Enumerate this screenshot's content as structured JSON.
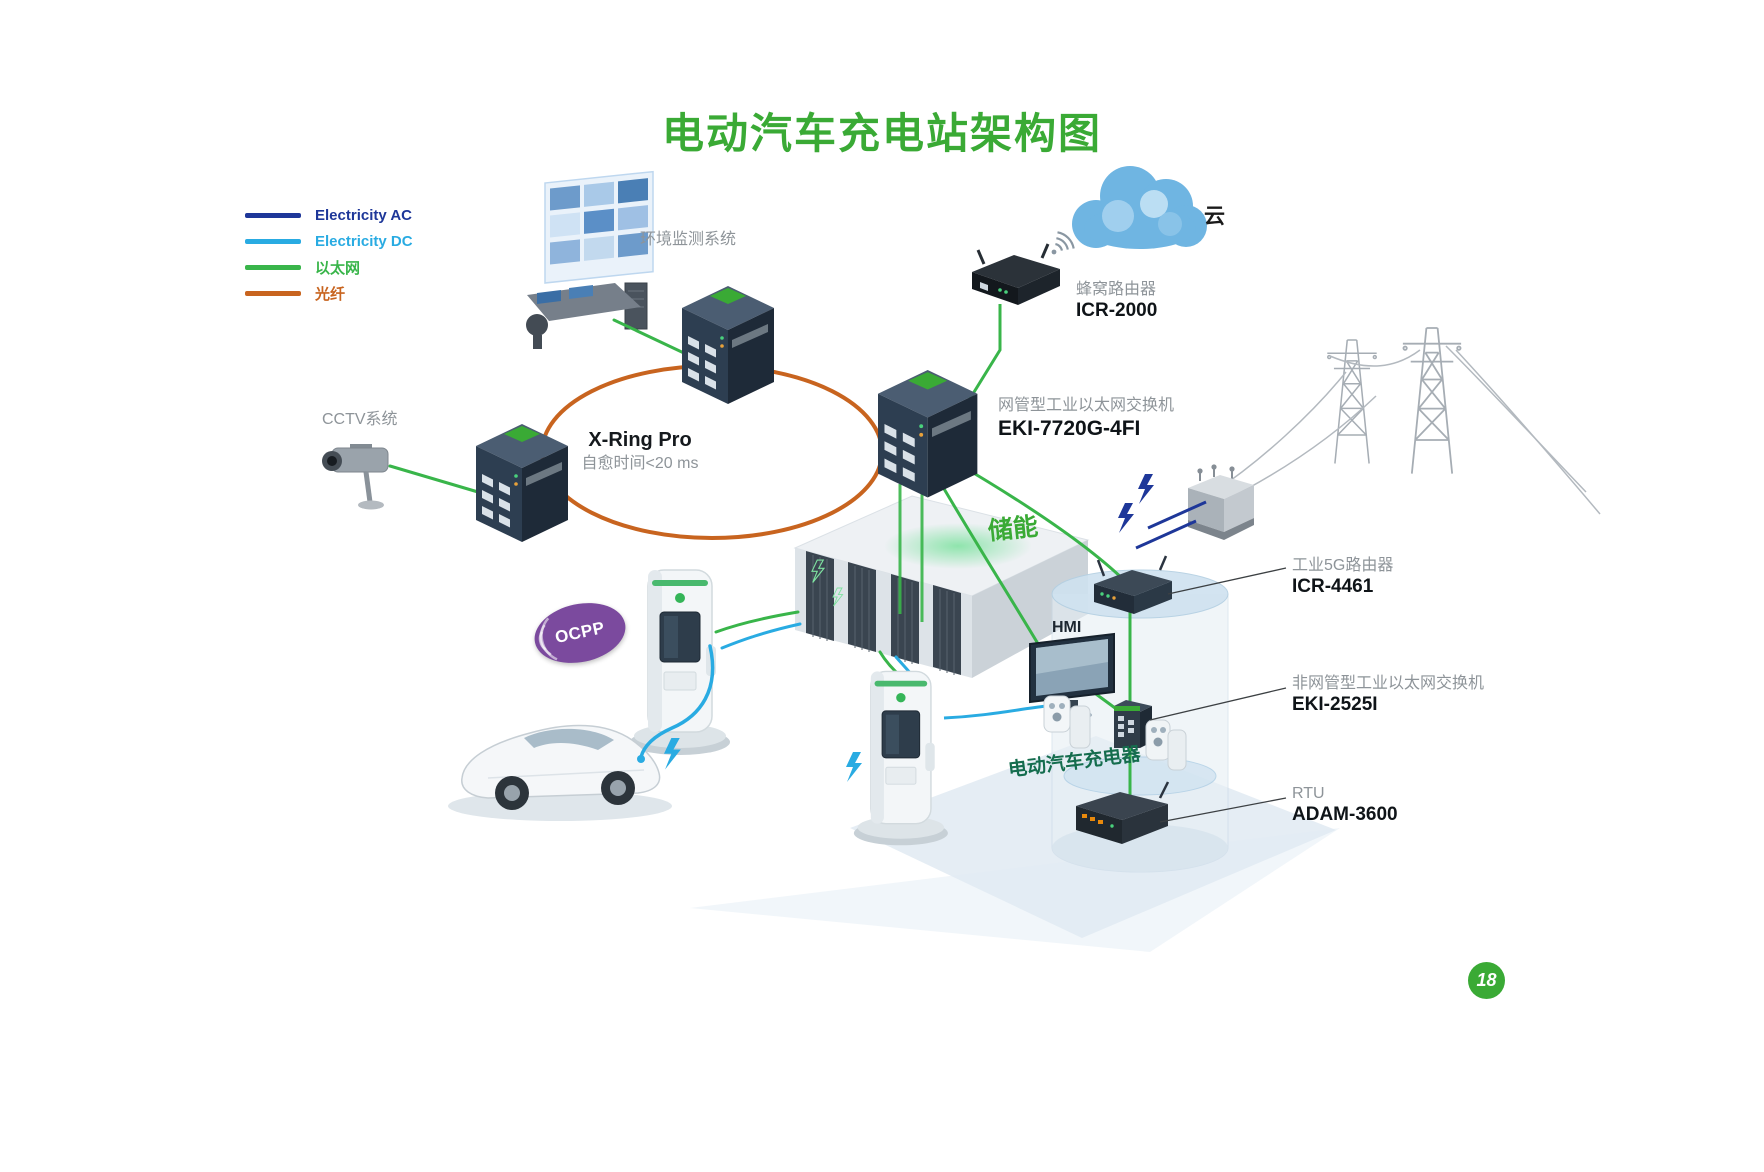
{
  "page": {
    "title": "电动汽车充电站架构图",
    "page_number": "18"
  },
  "colors": {
    "title": "#3aaa35",
    "energy_storage": "#3aaa35",
    "ev_charger": "#156d4e",
    "ocpp_badge": "#7b4a9e",
    "page_badge": "#3aaa35"
  },
  "legend": {
    "items": [
      {
        "label": "Electricity AC",
        "color": "#1e3799"
      },
      {
        "label": "Electricity DC",
        "color": "#29abe2"
      },
      {
        "label": "以太网",
        "color": "#39b54a"
      },
      {
        "label": "光纤",
        "color": "#c8641f"
      }
    ]
  },
  "nodes": {
    "env_monitoring": {
      "label": "环境监测系统"
    },
    "cloud": {
      "label": "云"
    },
    "cellular_router": {
      "name": "蜂窝路由器",
      "model": "ICR-2000"
    },
    "cctv": {
      "label": "CCTV系统"
    },
    "xring": {
      "title": "X-Ring Pro",
      "subtitle": "自愈时间<20 ms"
    },
    "managed_switch": {
      "name": "网管型工业以太网交换机",
      "model": "EKI-7720G-4FI"
    },
    "energy_storage": {
      "label": "储能"
    },
    "router_5g": {
      "name": "工业5G路由器",
      "model": "ICR-4461"
    },
    "hmi": {
      "label": "HMI"
    },
    "unmanaged_switch": {
      "name": "非网管型工业以太网交换机",
      "model": "EKI-2525I"
    },
    "rtu": {
      "name": "RTU",
      "model": "ADAM-3600"
    },
    "ev_charger": {
      "label": "电动汽车充电器"
    },
    "ocpp": {
      "label": "OCPP"
    }
  }
}
